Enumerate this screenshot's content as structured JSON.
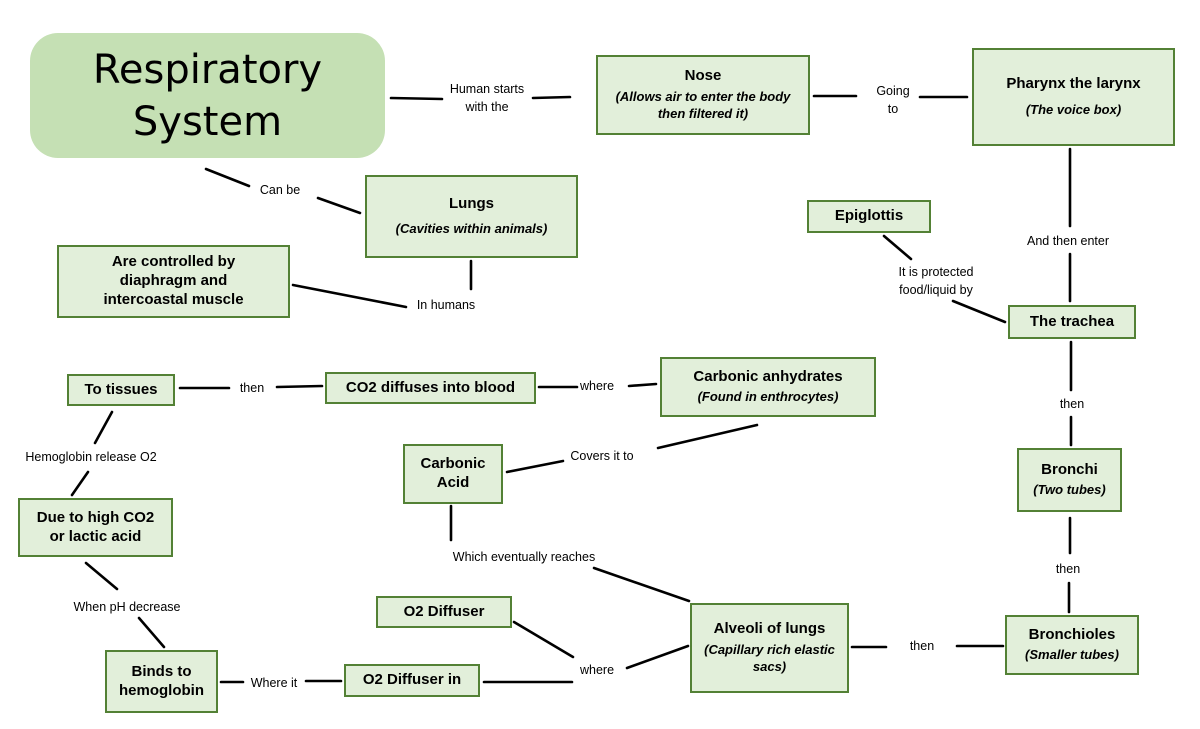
{
  "colors": {
    "canvas_bg": "#ffffff",
    "main_topic_fill": "#c5e0b4",
    "node_fill": "#e2efda",
    "node_border": "#538135",
    "connector_line": "#000000",
    "text": "#000000"
  },
  "main_topic": {
    "label": "Respiratory System"
  },
  "nodes": {
    "nose": {
      "title": "Nose",
      "subtitle": "(Allows air to enter the body\nthen filtered it)"
    },
    "pharynx": {
      "title": "Pharynx the larynx",
      "subtitle": "(The voice box)"
    },
    "lungs": {
      "title": "Lungs",
      "subtitle": "(Cavities within animals)"
    },
    "epiglottis": {
      "title": "Epiglottis"
    },
    "controlled_by": {
      "title": "Are controlled by\ndiaphragm and\nintercoastal muscle"
    },
    "trachea": {
      "title": "The trachea"
    },
    "to_tissues": {
      "title": "To tissues"
    },
    "co2_blood": {
      "title": "CO2 diffuses into blood"
    },
    "carbonic_anhydrates": {
      "title": "Carbonic anhydrates",
      "subtitle": "(Found in enthrocytes)"
    },
    "carbonic_acid": {
      "title": "Carbonic\nAcid"
    },
    "bronchi": {
      "title": "Bronchi",
      "subtitle": "(Two tubes)"
    },
    "due_high_co2": {
      "title": "Due to high CO2\nor lactic acid"
    },
    "o2_diffuser": {
      "title": "O2 Diffuser"
    },
    "alveoli": {
      "title": "Alveoli of lungs",
      "subtitle": "(Capillary rich elastic\nsacs)"
    },
    "bronchioles": {
      "title": "Bronchioles",
      "subtitle": "(Smaller tubes)"
    },
    "o2_diffuser_in": {
      "title": "O2 Diffuser in"
    },
    "binds_hemoglobin": {
      "title": "Binds to\nhemoglobin"
    }
  },
  "connector_labels": {
    "human_starts": "Human starts\nwith the",
    "going_to": "Going\nto",
    "can_be": "Can be",
    "in_humans": "In humans",
    "and_then_enter": "And then enter",
    "protected_by": "It is protected\nfood/liquid by",
    "then_trachea_bronchi": "then",
    "then_bronchi_bronchioles": "then",
    "then_tissues_co2": "then",
    "then_alveoli_bronchioles": "then",
    "where_co2": "where",
    "where_alveoli": "where",
    "where_it": "Where it",
    "covers_it_to": "Covers it to",
    "hemoglobin_release": "Hemoglobin release O2",
    "when_ph_decrease": "When pH decrease",
    "which_eventually_reaches": "Which eventually reaches"
  }
}
